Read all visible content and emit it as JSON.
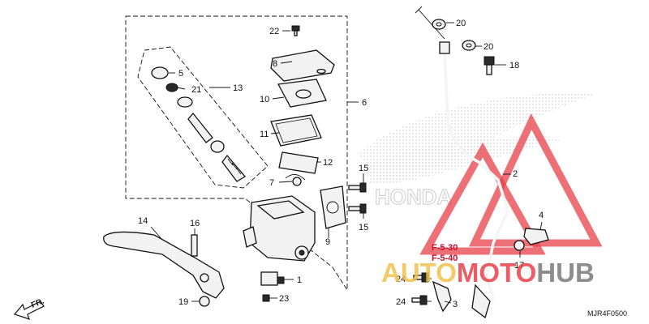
{
  "diagram": {
    "callouts": {
      "c1": "1",
      "c2": "2",
      "c3": "3",
      "c4": "4",
      "c5": "5",
      "c6": "6",
      "c7": "7",
      "c8": "8",
      "c9": "9",
      "c10": "10",
      "c11": "11",
      "c12": "12",
      "c13": "13",
      "c14": "14",
      "c15a": "15",
      "c15b": "15",
      "c16": "16",
      "c17": "17",
      "c18": "18",
      "c19": "19",
      "c20a": "20",
      "c20b": "20",
      "c21": "21",
      "c22": "22",
      "c23": "23",
      "c24a": "24",
      "c24b": "24"
    },
    "refs": {
      "r1": "F-5-30",
      "r2": "F-5-40"
    },
    "front_label": "FR.",
    "diagram_code": "MJR4F0500",
    "watermark": {
      "part1": "AUTO",
      "part2": "MOTO",
      "part3": "HUB"
    },
    "brand_text": "HONDA",
    "colors": {
      "watermark_yellow": "#f2c14e",
      "watermark_red": "#e8404a",
      "watermark_gray": "#7a7a7a",
      "ref_red": "#c8102e"
    }
  }
}
